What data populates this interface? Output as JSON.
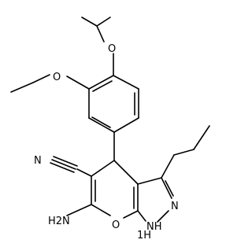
{
  "molecule": {
    "atom_labels": {
      "O_isopropoxy": "O",
      "O_ethoxy": "O",
      "N_nitrile": "N",
      "N_pyrazole": "N",
      "NH_pyrazole": "NH",
      "H_on_N": "1H",
      "O_pyran": "O",
      "amine_H2N": "H2N"
    }
  }
}
